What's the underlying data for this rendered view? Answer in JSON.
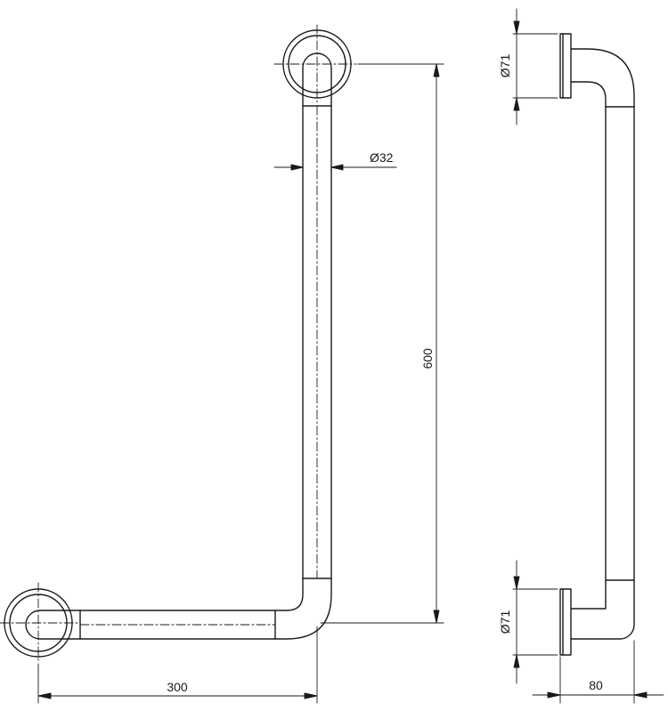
{
  "front_view": {
    "dimension_height": "600",
    "dimension_width": "300",
    "dimension_tube_diameter": "Ø32"
  },
  "side_view": {
    "dimension_rosette_top": "Ø71",
    "dimension_rosette_bottom": "Ø71",
    "dimension_projection": "80"
  },
  "colors": {
    "line": "#1a1a1a",
    "background": "#ffffff"
  }
}
